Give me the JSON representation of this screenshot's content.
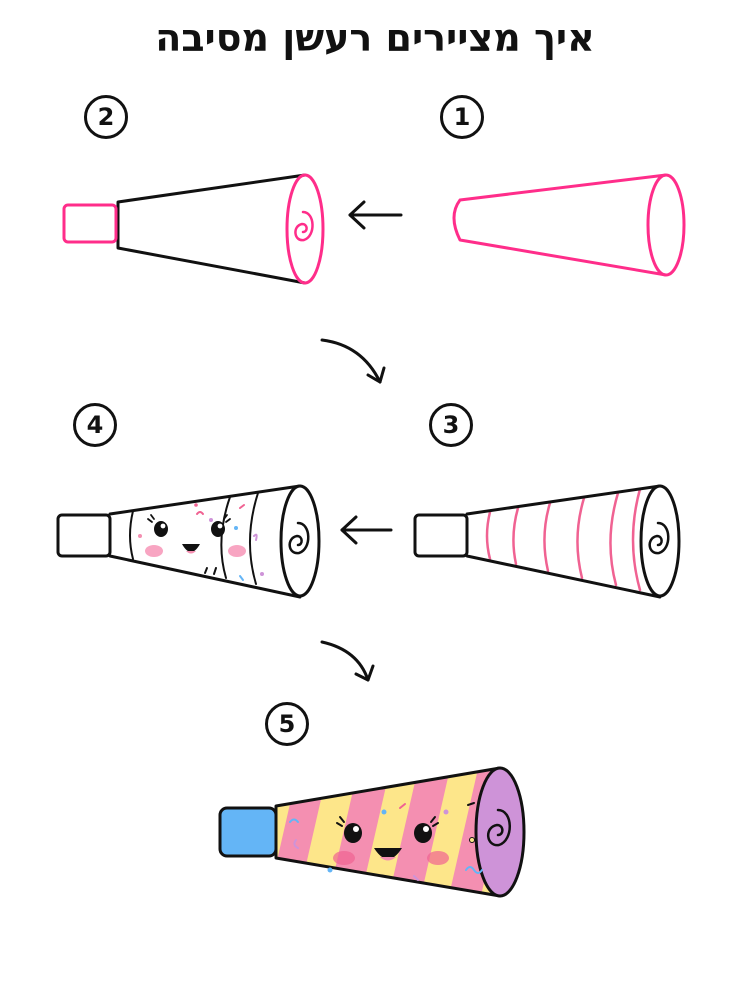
{
  "title": "איך מציירים רעשן מסיבה",
  "steps": [
    {
      "number": "1"
    },
    {
      "number": "2"
    },
    {
      "number": "3"
    },
    {
      "number": "4"
    },
    {
      "number": "5"
    }
  ],
  "colors": {
    "outline": "#111111",
    "sketch_pink": "#ff2d8a",
    "stripe_pink": "#f06292",
    "fill_yellow": "#fde68a",
    "fill_pink": "#f48fb1",
    "fill_purple": "#ce93d8",
    "mouthpiece_blue": "#64b5f6",
    "blush": "#f8a5c2"
  }
}
